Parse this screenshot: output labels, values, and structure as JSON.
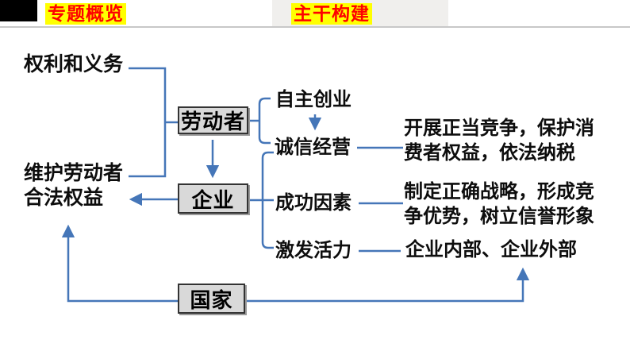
{
  "header": {
    "tab1": "专题概览",
    "tab2": "主干构建",
    "highlight_color": "#ffff00",
    "text_color": "#fe0000"
  },
  "diagram": {
    "line_color": "#4576b8",
    "box_fill": "#d9d9d9",
    "box_border": "#333333",
    "nodes": {
      "rights": "权利和义务",
      "protect": "维护劳动者合法权益",
      "worker": "劳动者",
      "enterprise": "企业",
      "state": "国家",
      "self_employment": "自主创业",
      "honest_operation": "诚信经营",
      "success_factors": "成功因素",
      "stimulate_vitality": "激发活力",
      "honest_detail": "开展正当竞争，保护消费者权益，依法纳税",
      "success_detail": "制定正确战略，形成竞争优势，树立信誉形象",
      "vitality_detail": "企业内部、企业外部"
    }
  }
}
